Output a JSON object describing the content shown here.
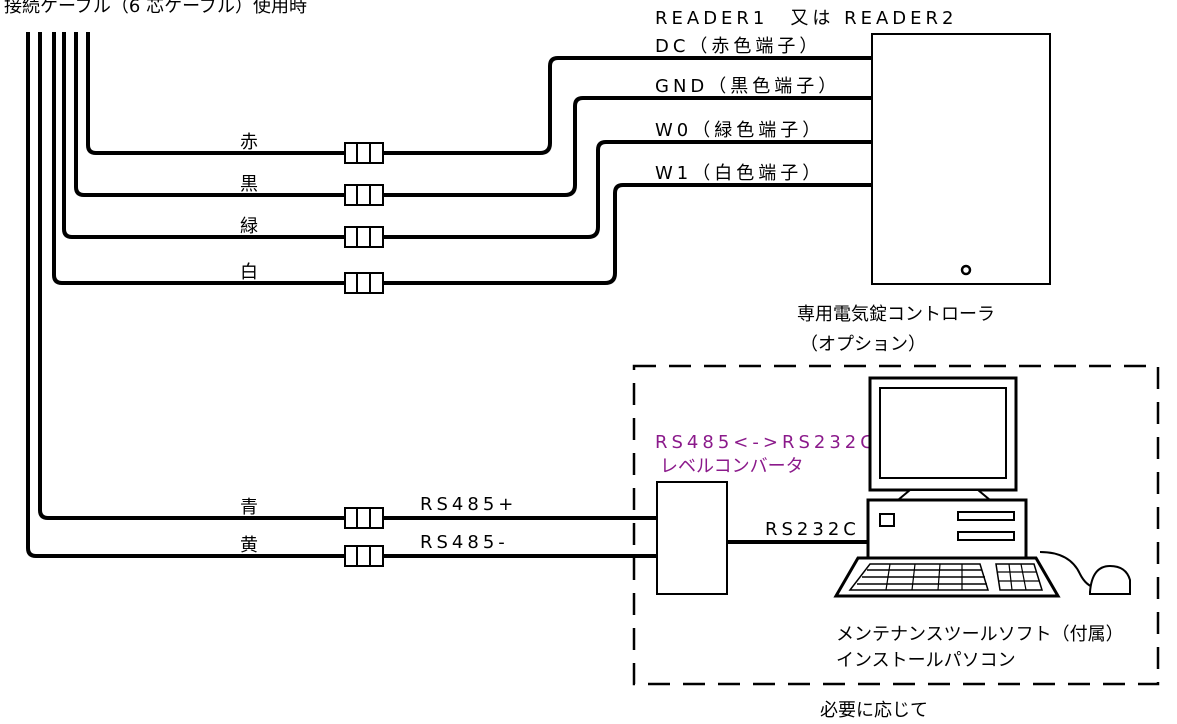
{
  "header_text": "接続ケーブル（6 芯ケーブル）使用時",
  "wire_colors": {
    "red": "赤",
    "black": "黒",
    "green": "緑",
    "white": "白",
    "blue": "青",
    "yellow": "黄"
  },
  "reader_label": "READER1　又は READER2",
  "terminals": {
    "dc": "DC（赤色端子）",
    "gnd": "GND（黒色端子）",
    "w0": "W0（緑色端子）",
    "w1": "W1（白色端子）"
  },
  "controller": {
    "line1": "専用電気錠コントローラ",
    "line2": "（オプション）"
  },
  "converter": {
    "line1": "RS485<->RS232C",
    "line2": "レベルコンバータ"
  },
  "rs485_plus": "RS485+",
  "rs485_minus": "RS485-",
  "rs232c": "RS232C",
  "pc": {
    "line1": "メンテナンスツールソフト（付属）",
    "line2": "インストールパソコン"
  },
  "optional_note": "必要に応じて",
  "colors": {
    "line": "#000000",
    "converter_text": "#8b1a8b"
  }
}
